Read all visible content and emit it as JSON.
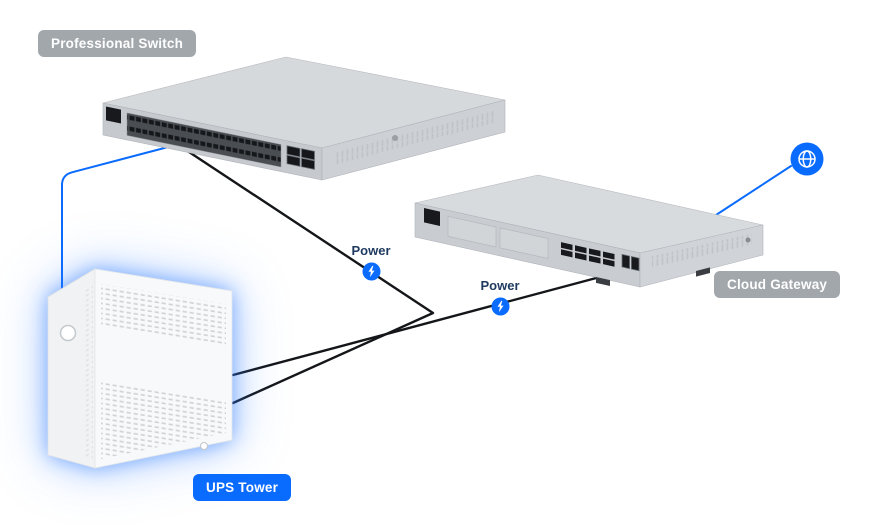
{
  "labels": {
    "professional_switch": "Professional Switch",
    "cloud_gateway": "Cloud Gateway",
    "ups_tower": "UPS Tower",
    "power": "Power"
  },
  "colors": {
    "brand_blue": "#0a6bff",
    "cable_black": "#141619",
    "badge_gray": "#9aa0a6",
    "ups_badge_blue": "#0a6bff",
    "power_text": "#1e3a5f",
    "device_gray": "#d6d9dc",
    "glow_blue": "#2f7bff",
    "background": "#ffffff"
  },
  "icons": {
    "globe": "internet-globe-icon",
    "bolt": "power-bolt-icon",
    "power_button": "power-button-ring"
  }
}
